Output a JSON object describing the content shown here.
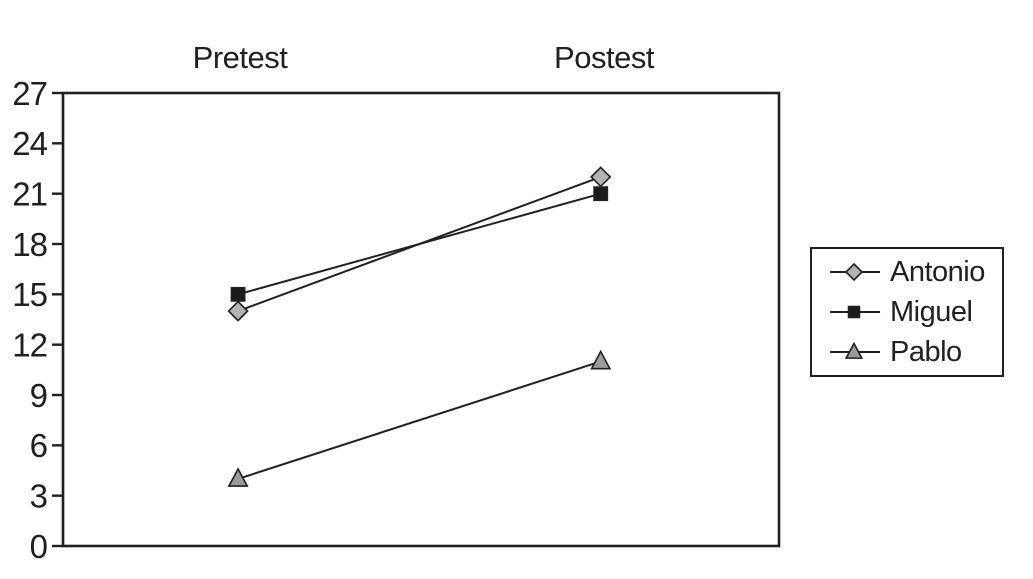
{
  "chart_data": {
    "type": "line",
    "categories": [
      "Pretest",
      "Postest"
    ],
    "series": [
      {
        "name": "Antonio",
        "values": [
          14,
          22
        ],
        "marker": "diamond",
        "marker_fill": "#b3b3b3"
      },
      {
        "name": "Miguel",
        "values": [
          15,
          21
        ],
        "marker": "square",
        "marker_fill": "#1d1a1b"
      },
      {
        "name": "Pablo",
        "values": [
          4,
          11
        ],
        "marker": "triangle",
        "marker_fill": "#9a9a9a"
      }
    ],
    "title": "",
    "xlabel": "",
    "ylabel": "",
    "ylim": [
      0,
      27
    ],
    "yticks": [
      0,
      3,
      6,
      9,
      12,
      15,
      18,
      21,
      24,
      27
    ],
    "grid": false,
    "legend_position": "right",
    "category_label_position": "top"
  },
  "colors": {
    "axis": "#231f20",
    "line": "#231f20",
    "text": "#231f20",
    "background": "#ffffff"
  }
}
